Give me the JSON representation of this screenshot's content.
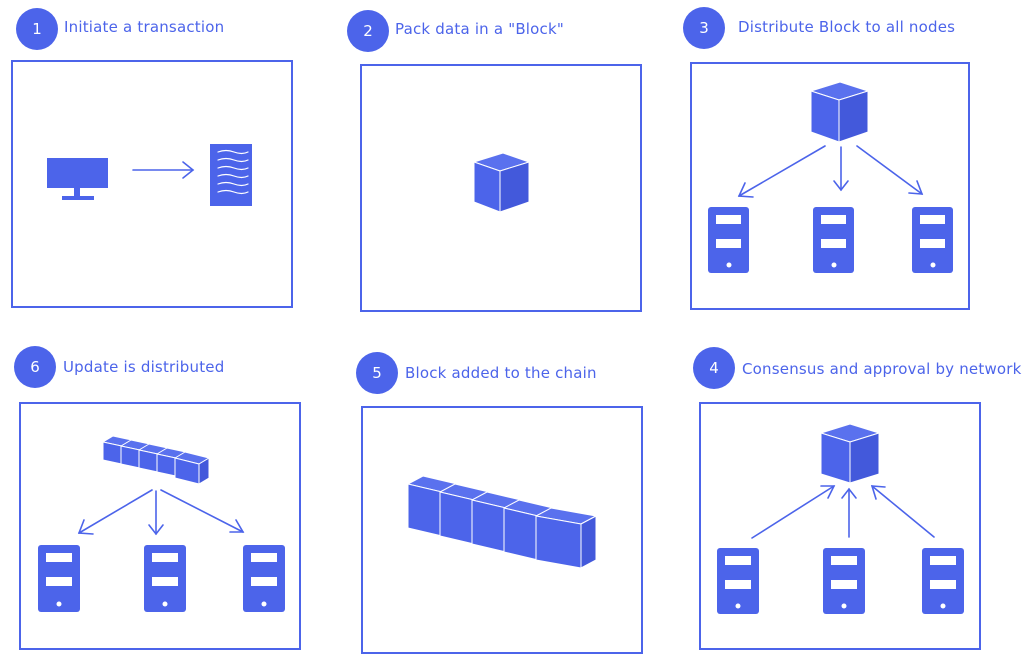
{
  "colors": {
    "accent": "#4c64ea",
    "background": "#ffffff"
  },
  "steps": [
    {
      "id": "s1",
      "number": "1",
      "title": "Initiate a transaction"
    },
    {
      "id": "s2",
      "number": "2",
      "title": "Pack data in a \"Block\""
    },
    {
      "id": "s3",
      "number": "3",
      "title": "Distribute Block to all nodes"
    },
    {
      "id": "s4",
      "number": "4",
      "title": "Consensus and approval by network"
    },
    {
      "id": "s5",
      "number": "5",
      "title": "Block added to the chain"
    },
    {
      "id": "s6",
      "number": "6",
      "title": "Update is distributed"
    }
  ],
  "icons": {
    "step1": [
      "monitor-icon",
      "arrow-right-icon",
      "document-icon"
    ],
    "step2": [
      "block-cube-icon"
    ],
    "step3": [
      "block-cube-icon",
      "arrow-icon",
      "node-device-icon"
    ],
    "step4": [
      "block-cube-icon",
      "arrow-icon",
      "node-device-icon"
    ],
    "step5": [
      "block-chain-icon"
    ],
    "step6": [
      "block-chain-icon",
      "arrow-icon",
      "node-device-icon"
    ]
  }
}
